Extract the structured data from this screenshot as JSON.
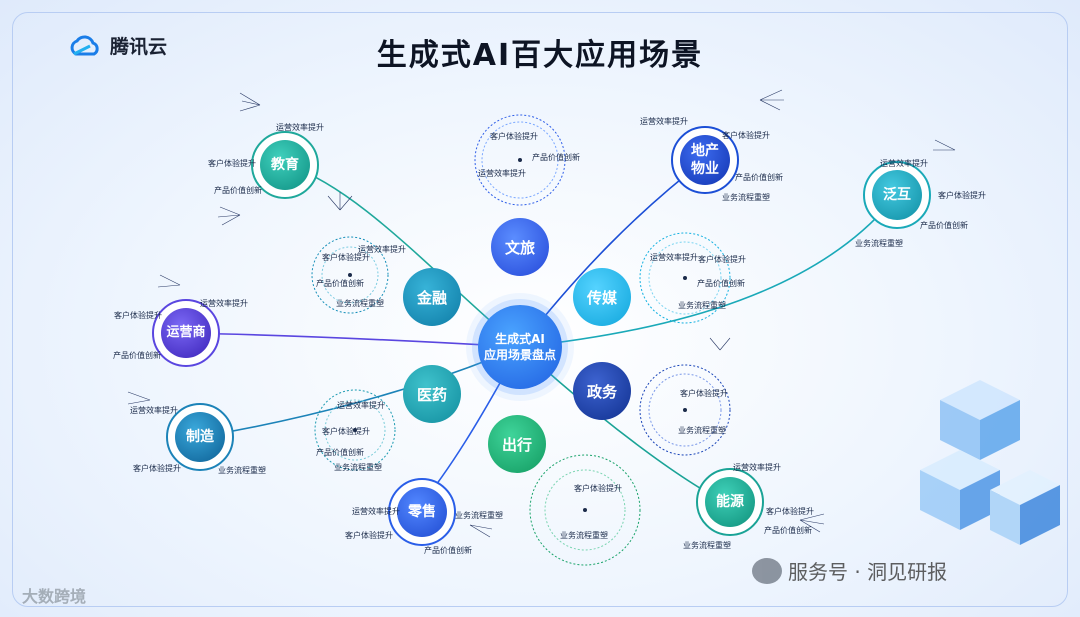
{
  "header": {
    "logo_text": "腾讯云",
    "title": "生成式AI百大应用场景"
  },
  "hub": {
    "line1": "生成式AI",
    "line2": "应用场景盘点"
  },
  "inner_nodes": {
    "wenlv": "文旅",
    "jinrong": "金融",
    "chuanmei": "传媒",
    "yiyao": "医药",
    "zhengwu": "政务",
    "chuxing": "出行"
  },
  "outer_nodes": {
    "jiaoyu": "教育",
    "dichan_l1": "地产",
    "dichan_l2": "物业",
    "fanhu": "泛互",
    "yunyingshang": "运营商",
    "zhizao": "制造",
    "lingshou": "零售",
    "nengyuan": "能源"
  },
  "branches": {
    "jiaoyu": [
      "运营效率提升",
      "客户体验提升",
      "产品价值创新"
    ],
    "dichan": [
      "运营效率提升",
      "客户体验提升",
      "产品价值创新",
      "业务流程重塑"
    ],
    "fanhu": [
      "运营效率提升",
      "客户体验提升",
      "产品价值创新",
      "业务流程重塑"
    ],
    "yunyingshang": [
      "运营效率提升",
      "客户体验提升",
      "产品价值创新"
    ],
    "zhizao": [
      "运营效率提升",
      "客户体验提升",
      "业务流程重塑"
    ],
    "lingshou": [
      "运营效率提升",
      "客户体验提升",
      "产品价值创新",
      "业务流程重塑"
    ],
    "nengyuan": [
      "运营效率提升",
      "客户体验提升",
      "产品价值创新",
      "业务流程重塑"
    ],
    "wenlv": [
      "客户体验提升",
      "产品价值创新",
      "运营效率提升"
    ],
    "jinrong": [
      "运营效率提升",
      "客户体验提升",
      "产品价值创新",
      "业务流程重塑"
    ],
    "chuanmei": [
      "运营效率提升",
      "客户体验提升",
      "产品价值创新",
      "业务流程重塑"
    ],
    "yiyao": [
      "运营效率提升",
      "客户体验提升",
      "产品价值创新",
      "业务流程重塑"
    ],
    "zhengwu": [
      "客户体验提升",
      "业务流程重塑"
    ],
    "chuxing": [
      "客户体验提升",
      "业务流程重塑"
    ]
  },
  "watermark": {
    "text": "服务号 · 洞见研报"
  },
  "corner_mark": {
    "text": "大数跨境"
  },
  "colors": {
    "hub": "#1f5fe0",
    "jiaoyu": "#1fa89b",
    "dichan": "#1c4fd6",
    "fanhu": "#1aa9b8",
    "yunyingshang": "#5a46e0",
    "zhizao": "#1c83b8",
    "lingshou": "#2a5ee8",
    "nengyuan": "#1aa396",
    "wenlv": "#2f5fe8",
    "jinrong": "#168fb8",
    "chuanmei": "#14b1e0",
    "yiyao": "#1a9ab0",
    "zhengwu": "#1a45b8",
    "chuxing": "#1aa36a"
  }
}
